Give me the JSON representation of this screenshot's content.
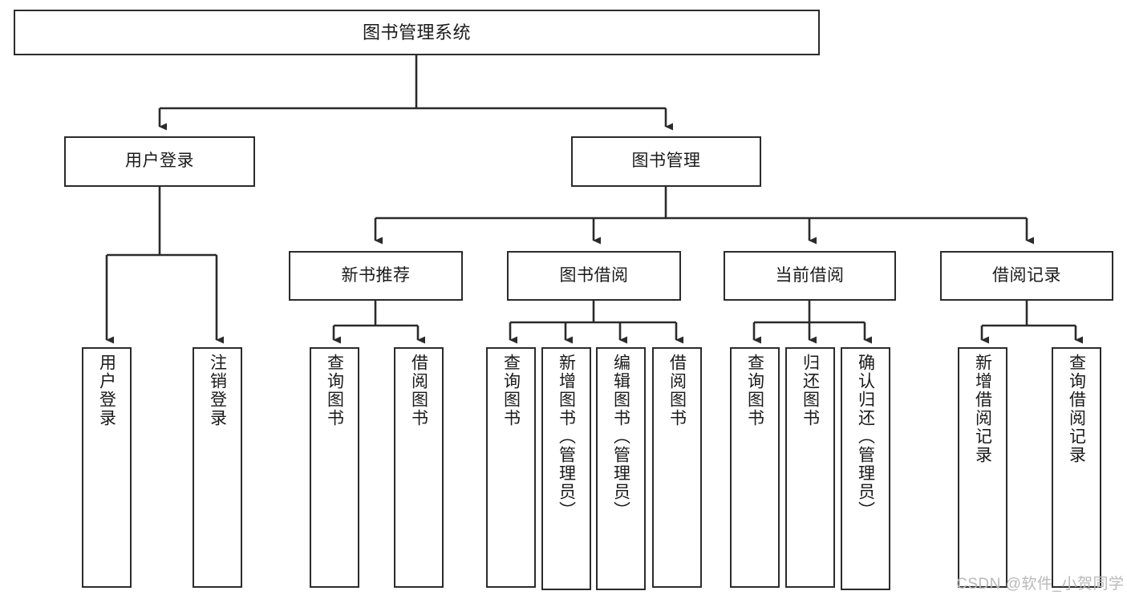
{
  "diagram": {
    "title": "图书管理系统",
    "type": "functional-structure-tree",
    "watermark": "CSDN @软件_小贺同学",
    "colors": {
      "box_border": "#2b2b2b",
      "box_fill": "#ffffff",
      "connector": "#2b2b2b",
      "background": "#ffffff",
      "watermark": "#b9b9b9"
    },
    "root": {
      "label": "图书管理系统"
    },
    "level2": [
      {
        "label": "用户登录"
      },
      {
        "label": "图书管理"
      }
    ],
    "level3": [
      {
        "label": "新书推荐"
      },
      {
        "label": "图书借阅"
      },
      {
        "label": "当前借阅"
      },
      {
        "label": "借阅记录"
      }
    ],
    "leaves": {
      "user_login": [
        {
          "label": "用户登录"
        },
        {
          "label": "注销登录"
        }
      ],
      "new_book_recommend": [
        {
          "label": "查询图书"
        },
        {
          "label": "借阅图书"
        }
      ],
      "book_borrow": [
        {
          "label": "查询图书"
        },
        {
          "label": "新增图书（管理员）"
        },
        {
          "label": "编辑图书（管理员）"
        },
        {
          "label": "借阅图书"
        }
      ],
      "current_borrow": [
        {
          "label": "查询图书"
        },
        {
          "label": "归还图书"
        },
        {
          "label": "确认归还（管理员）"
        }
      ],
      "borrow_record": [
        {
          "label": "新增借阅记录"
        },
        {
          "label": "查询借阅记录"
        }
      ]
    }
  }
}
